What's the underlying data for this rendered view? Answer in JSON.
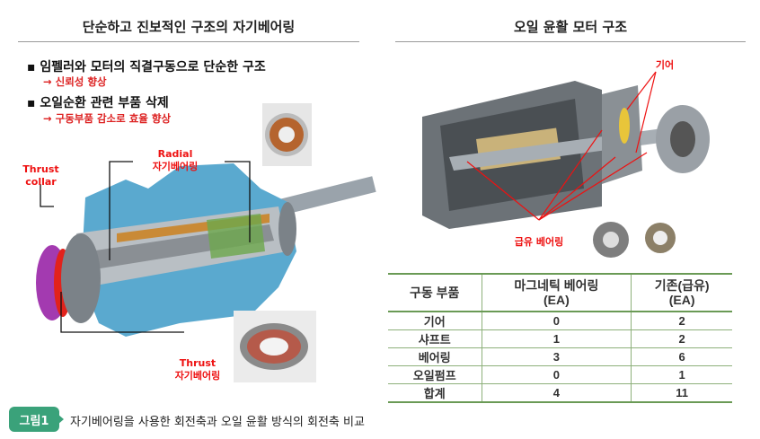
{
  "left": {
    "title": "단순하고 진보적인 구조의 자기베어링",
    "bullets": [
      {
        "text": "임펠러와 모터의 직결구동으로 단순한 구조",
        "effect": "→ 신뢰성 향상"
      },
      {
        "text": "오일순환 관련 부품 삭제",
        "effect": "→ 구동부품 감소로 효율 향상"
      }
    ],
    "labels": {
      "thrust_collar": "Thrust collar",
      "radial_en": "Radial",
      "radial_ko": "자기베어링",
      "thrust_en": "Thrust",
      "thrust_ko": "자기베어링"
    }
  },
  "right": {
    "title": "오일 윤활 모터 구조",
    "labels": {
      "gear": "기어",
      "oil_bearing": "급유 베어링"
    },
    "table": {
      "headers": [
        "구동 부품",
        "마그네틱 베어링\n(EA)",
        "기존(급유)\n(EA)"
      ],
      "header_lines": [
        [
          "구동 부품"
        ],
        [
          "마그네틱 베어링",
          "(EA)"
        ],
        [
          "기존(급유)",
          "(EA)"
        ]
      ],
      "rows": [
        [
          "기어",
          "0",
          "2"
        ],
        [
          "샤프트",
          "1",
          "2"
        ],
        [
          "베어링",
          "3",
          "6"
        ],
        [
          "오일펌프",
          "0",
          "1"
        ],
        [
          "합계",
          "4",
          "11"
        ]
      ]
    }
  },
  "caption": {
    "badge": "그림1",
    "text": "자기베어링을 사용한 회전축과 오일 윤활 방식의 회전축 비교"
  }
}
